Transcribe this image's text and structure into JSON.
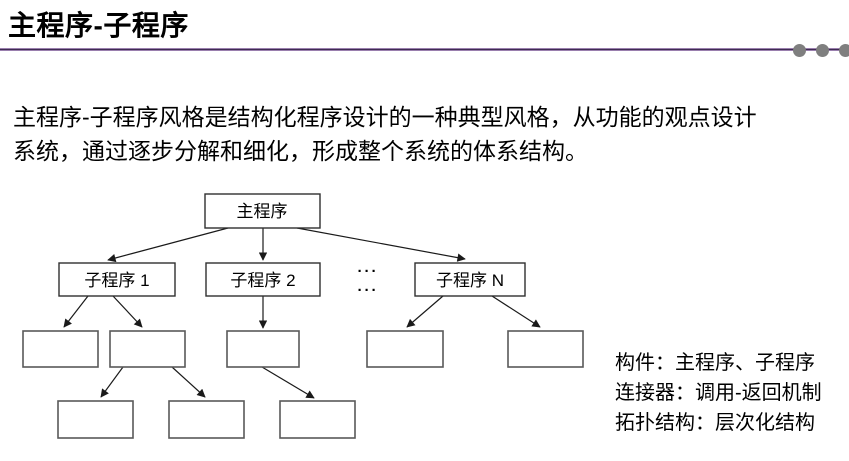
{
  "slide": {
    "title": "主程序-子程序",
    "accent_color": "#7d5a93",
    "dot_color": "#7f7f7f"
  },
  "paragraph": {
    "line1": "主程序-子程序风格是结构化程序设计的一种典型风格，从功能的观点设计",
    "line2": "系统，通过逐步分解和细化，形成整个系统的体系结构。"
  },
  "diagram": {
    "root": "主程序",
    "sub1": "子程序 1",
    "sub2": "子程序 2",
    "subN": "子程序 N",
    "ellipsis_top": "···",
    "ellipsis_bottom": "···"
  },
  "notes": {
    "line1": "构件：主程序、子程序",
    "line2": "连接器：调用-返回机制",
    "line3": "拓扑结构：层次化结构"
  }
}
